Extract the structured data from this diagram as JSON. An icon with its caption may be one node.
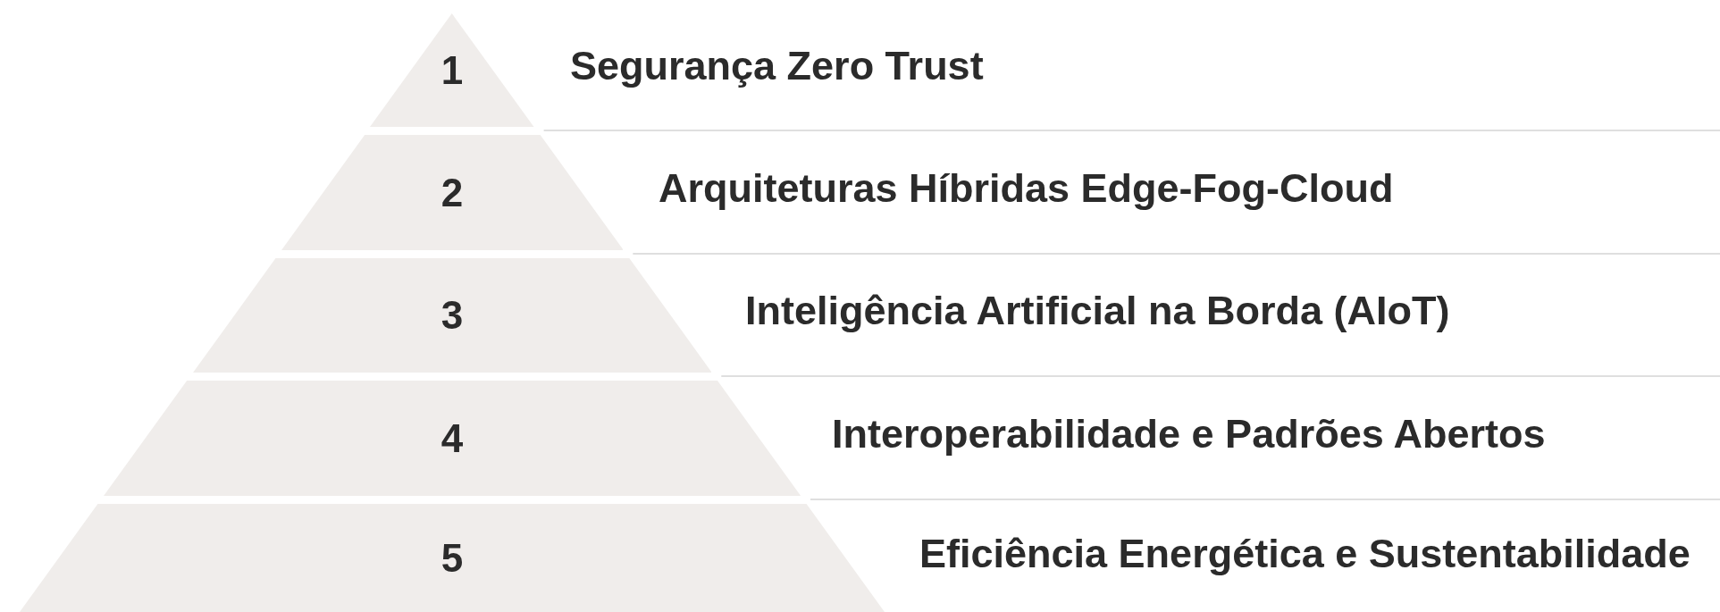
{
  "diagram": {
    "nodes": [
      {
        "text": [
          "1"
        ],
        "beside": [
          "Segurança Zero Trust"
        ]
      },
      {
        "text": [
          "2"
        ],
        "beside": [
          "Arquiteturas Híbridas Edge-Fog-Cloud"
        ]
      },
      {
        "text": [
          "3"
        ],
        "beside": [
          "Inteligência Artificial na Borda (AIoT)"
        ]
      },
      {
        "text": [
          "4"
        ],
        "beside": [
          "Interoperabilidade e Padrões Abertos"
        ]
      },
      {
        "text": [
          "5"
        ],
        "beside": [
          "Eficiência Energética e Sustentabilidade"
        ]
      }
    ]
  }
}
